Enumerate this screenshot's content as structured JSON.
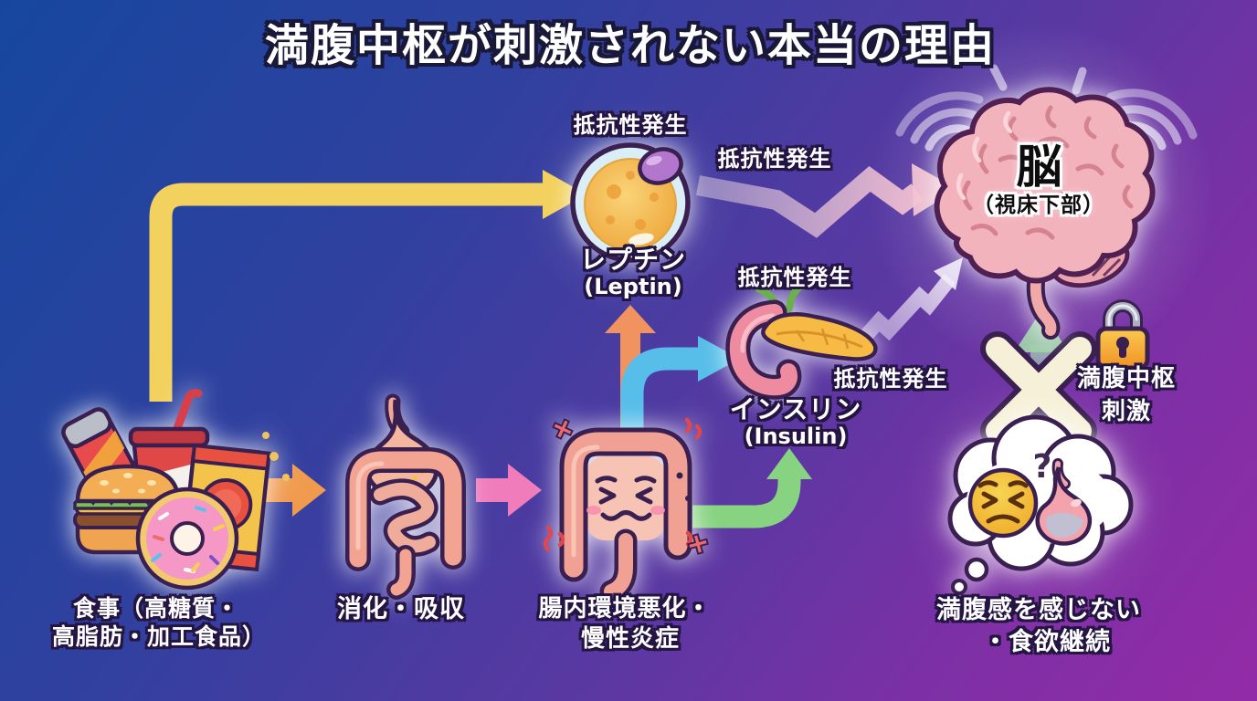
{
  "title": "満腹中枢が刺激されない本当の理由",
  "nodes": {
    "food": {
      "line1": "食事（高糖質・",
      "line2": "高脂肪・加工食品）"
    },
    "digestion": {
      "label": "消化・吸収"
    },
    "gut": {
      "line1": "腸内環境悪化・",
      "line2": "慢性炎症"
    },
    "leptin": {
      "resistance": "抵抗性発生",
      "name": "レプチン",
      "en": "(Leptin)"
    },
    "leptin_path": {
      "resistance": "抵抗性発生"
    },
    "insulin": {
      "resistance_top": "抵抗性発生",
      "resistance_right": "抵抗性発生",
      "name": "インスリン",
      "en": "(Insulin)"
    },
    "brain": {
      "name": "脳",
      "sub": "（視床下部）"
    },
    "satiety": {
      "line1": "満腹中枢",
      "line2": "刺激"
    },
    "thought": {
      "line1": "満腹感を感じない",
      "line2": "・食欲継続",
      "question": "?"
    }
  },
  "icons": [
    "fast-food-icon",
    "stomach-intestines-icon",
    "inflamed-gut-icon",
    "leptin-cell-icon",
    "pancreas-icon",
    "brain-icon",
    "signal-waves-icon",
    "thought-bubble-icon",
    "distressed-face-icon",
    "lock-icon",
    "x-mark-icon"
  ],
  "colors": {
    "bg_top_left": "#16479f",
    "bg_bottom_right": "#932ba7",
    "arrow_yellow": "#f2d15e",
    "arrow_orange": "#f09a4e",
    "arrow_pink": "#f07cbc",
    "arrow_salmon": "#f0935f",
    "arrow_blue": "#57bee9",
    "arrow_green": "#87d381",
    "arrow_blocked_green": "#9ec9ab",
    "zigzag_pink": "#f0bccd",
    "lock_orange": "#f6a92e",
    "brain_pink": "#f3b3bd",
    "outline_dark": "#3a2050",
    "text_white": "#ffffff",
    "text_black": "#0d0d0d"
  }
}
